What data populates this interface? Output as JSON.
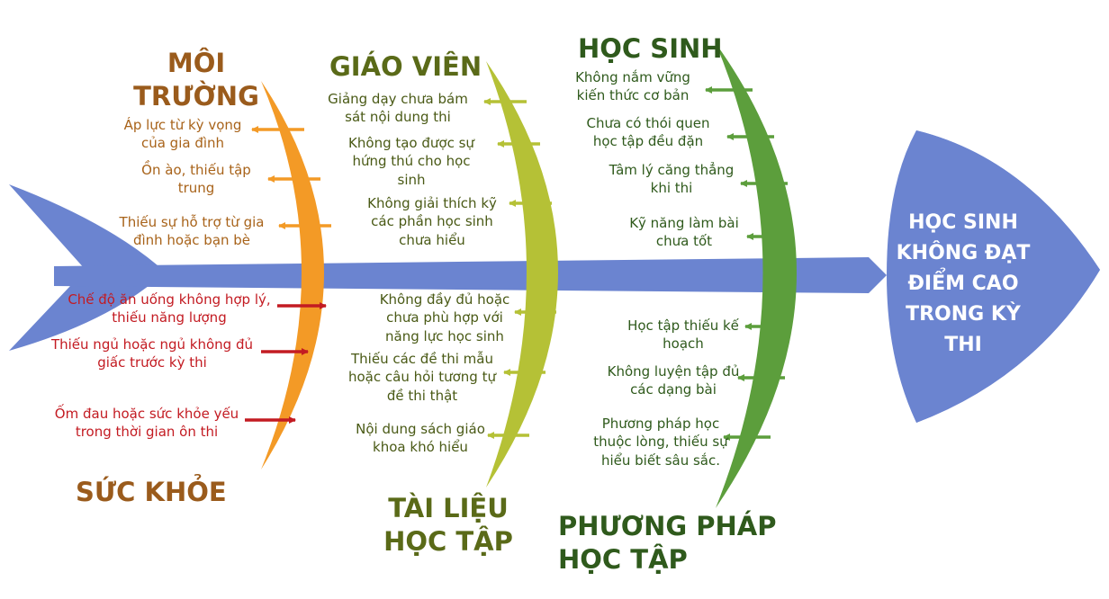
{
  "effect": "HỌC SINH\nKHÔNG ĐẠT\nĐIỂM CAO\nTRONG KỲ\nTHI",
  "categories": {
    "moi_truong": "MÔI\nTRƯỜNG",
    "giao_vien": "GIÁO VIÊN",
    "hoc_sinh": "HỌC SINH",
    "suc_khoe": "SỨC KHỎE",
    "tai_lieu": "TÀI LIỆU\nHỌC TẬP",
    "phuong_phap": "PHƯƠNG PHÁP\nHỌC TẬP"
  },
  "causes": {
    "moi_truong": [
      "Áp lực từ kỳ vọng\ncủa gia đình",
      "Ồn ào, thiếu tập\ntrung",
      "Thiếu sự hỗ trợ từ gia\nđình hoặc bạn bè"
    ],
    "giao_vien": [
      "Giảng dạy chưa bám\nsát nội dung thi",
      "Không tạo được sự\nhứng thú cho học\nsinh",
      "Không giải thích kỹ\ncác phần học sinh\nchưa hiểu"
    ],
    "hoc_sinh": [
      "Không nắm vững\nkiến thức cơ bản",
      "Chưa có thói quen\nhọc tập đều đặn",
      "Tâm lý căng thẳng\nkhi thi",
      "Kỹ năng làm bài\nchưa tốt"
    ],
    "suc_khoe": [
      "Chế độ ăn uống không hợp lý,\nthiếu năng lượng",
      "Thiếu ngủ hoặc ngủ không đủ\ngiấc trước kỳ thi",
      "Ốm đau hoặc sức khỏe yếu\ntrong thời gian ôn thi"
    ],
    "tai_lieu": [
      "Không đầy đủ hoặc\nchưa phù hợp với\nnăng lực học sinh",
      "Thiếu các đề thi mẫu\nhoặc câu hỏi tương tự\nđề thi thật",
      "Nội dung sách giáo\nkhoa khó hiểu"
    ],
    "phuong_phap": [
      "Học tập thiếu kế\nhoạch",
      "Không luyện tập đủ\ncác dạng bài",
      "Phương pháp học\nthuộc lòng, thiếu sự\nhiểu biết sâu sắc."
    ]
  },
  "colors": {
    "spine": "#6b84d0",
    "orange": "#f39a26",
    "olive": "#b5c136",
    "green": "#5c9e3c",
    "red": "#c31b22"
  }
}
